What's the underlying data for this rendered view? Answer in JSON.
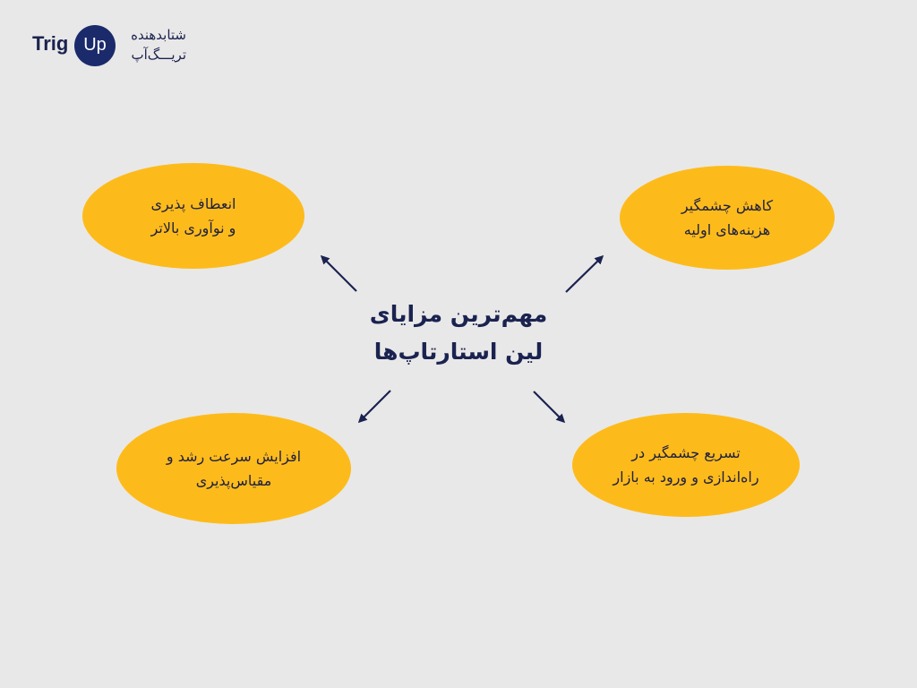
{
  "logo": {
    "brand_trig": "Trig",
    "brand_up": "Up",
    "fa_line1": "شتابدهنده",
    "fa_line2": "تریـــگ‌آپ"
  },
  "center": {
    "line1": "مهم‌ترین مزایای",
    "line2": "لین استارتاپ‌ها"
  },
  "nodes": {
    "top_left": {
      "line1": "انعطاف پذیری",
      "line2": "و نوآوری بالاتر"
    },
    "top_right": {
      "line1": "کاهش چشمگیر",
      "line2": "هزینه‌های اولیه"
    },
    "bottom_left": {
      "line1": "افزایش سرعت رشد و",
      "line2": "مقیاس‌پذیری"
    },
    "bottom_right": {
      "line1": "تسریع چشمگیر در",
      "line2": "راه‌اندازی و ورود به بازار"
    }
  },
  "colors": {
    "background": "#e9e8e8",
    "oval_fill": "#fdbb1b",
    "text_dark": "#1a2350",
    "arrow": "#1a2350",
    "logo_circle": "#1b2a6b"
  }
}
